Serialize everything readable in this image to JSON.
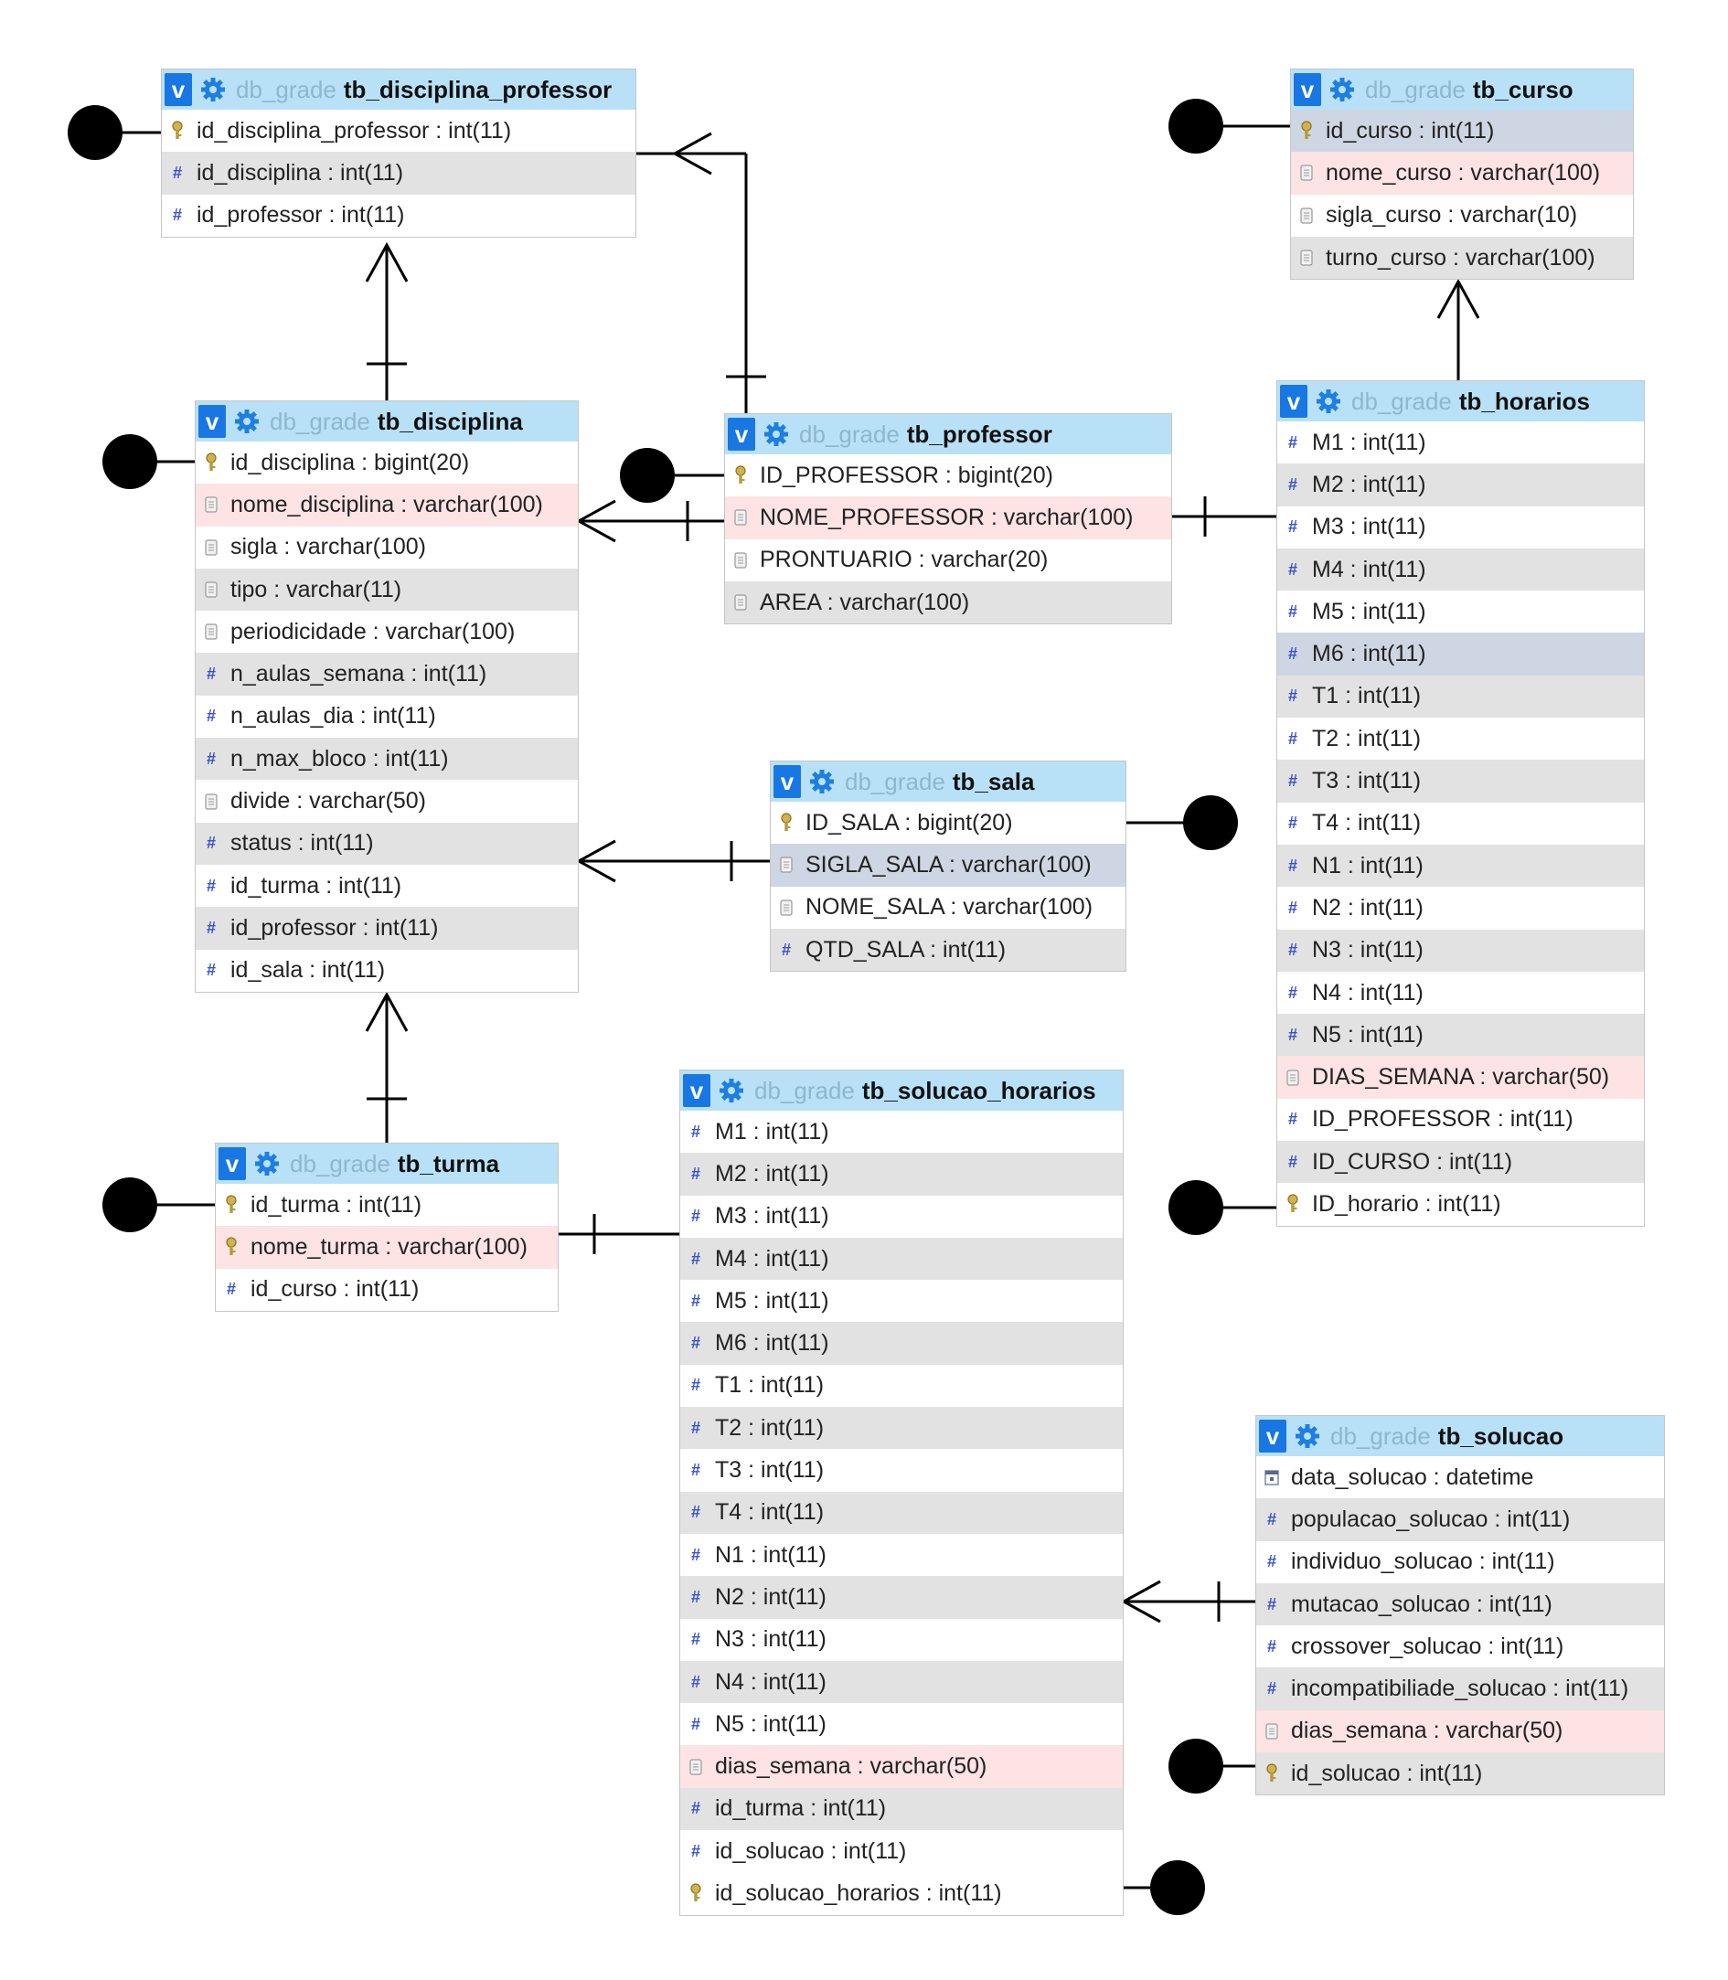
{
  "diagram": {
    "db_prefix": "db_grade",
    "tables": [
      {
        "id": "tb_disciplina_professor",
        "name": "tb_disciplina_professor",
        "columns": [
          {
            "label": "id_disciplina_professor : int(11)",
            "icon": "key"
          },
          {
            "label": "id_disciplina : int(11)",
            "icon": "num"
          },
          {
            "label": "id_professor : int(11)",
            "icon": "num"
          }
        ]
      },
      {
        "id": "tb_curso",
        "name": "tb_curso",
        "columns": [
          {
            "label": "id_curso : int(11)",
            "icon": "key"
          },
          {
            "label": "nome_curso : varchar(100)",
            "icon": "txt"
          },
          {
            "label": "sigla_curso : varchar(10)",
            "icon": "txt"
          },
          {
            "label": "turno_curso : varchar(100)",
            "icon": "txt"
          }
        ]
      },
      {
        "id": "tb_disciplina",
        "name": "tb_disciplina",
        "columns": [
          {
            "label": "id_disciplina : bigint(20)",
            "icon": "key"
          },
          {
            "label": "nome_disciplina : varchar(100)",
            "icon": "txt"
          },
          {
            "label": "sigla : varchar(100)",
            "icon": "txt"
          },
          {
            "label": "tipo : varchar(11)",
            "icon": "txt"
          },
          {
            "label": "periodicidade : varchar(100)",
            "icon": "txt"
          },
          {
            "label": "n_aulas_semana : int(11)",
            "icon": "num"
          },
          {
            "label": "n_aulas_dia : int(11)",
            "icon": "num"
          },
          {
            "label": "n_max_bloco : int(11)",
            "icon": "num"
          },
          {
            "label": "divide : varchar(50)",
            "icon": "txt"
          },
          {
            "label": "status : int(11)",
            "icon": "num"
          },
          {
            "label": "id_turma : int(11)",
            "icon": "num"
          },
          {
            "label": "id_professor : int(11)",
            "icon": "num"
          },
          {
            "label": "id_sala : int(11)",
            "icon": "num"
          }
        ]
      },
      {
        "id": "tb_professor",
        "name": "tb_professor",
        "columns": [
          {
            "label": "ID_PROFESSOR : bigint(20)",
            "icon": "key"
          },
          {
            "label": "NOME_PROFESSOR : varchar(100)",
            "icon": "txt"
          },
          {
            "label": "PRONTUARIO : varchar(20)",
            "icon": "txt"
          },
          {
            "label": "AREA : varchar(100)",
            "icon": "txt"
          }
        ]
      },
      {
        "id": "tb_horarios",
        "name": "tb_horarios",
        "columns": [
          {
            "label": "M1 : int(11)",
            "icon": "num"
          },
          {
            "label": "M2 : int(11)",
            "icon": "num"
          },
          {
            "label": "M3 : int(11)",
            "icon": "num"
          },
          {
            "label": "M4 : int(11)",
            "icon": "num"
          },
          {
            "label": "M5 : int(11)",
            "icon": "num"
          },
          {
            "label": "M6 : int(11)",
            "icon": "num"
          },
          {
            "label": "T1 : int(11)",
            "icon": "num"
          },
          {
            "label": "T2 : int(11)",
            "icon": "num"
          },
          {
            "label": "T3 : int(11)",
            "icon": "num"
          },
          {
            "label": "T4 : int(11)",
            "icon": "num"
          },
          {
            "label": "N1 : int(11)",
            "icon": "num"
          },
          {
            "label": "N2 : int(11)",
            "icon": "num"
          },
          {
            "label": "N3 : int(11)",
            "icon": "num"
          },
          {
            "label": "N4 : int(11)",
            "icon": "num"
          },
          {
            "label": "N5 : int(11)",
            "icon": "num"
          },
          {
            "label": "DIAS_SEMANA : varchar(50)",
            "icon": "txt"
          },
          {
            "label": "ID_PROFESSOR : int(11)",
            "icon": "num"
          },
          {
            "label": "ID_CURSO : int(11)",
            "icon": "num"
          },
          {
            "label": "ID_horario : int(11)",
            "icon": "key"
          }
        ]
      },
      {
        "id": "tb_sala",
        "name": "tb_sala",
        "columns": [
          {
            "label": "ID_SALA : bigint(20)",
            "icon": "key"
          },
          {
            "label": "SIGLA_SALA : varchar(100)",
            "icon": "txt"
          },
          {
            "label": "NOME_SALA : varchar(100)",
            "icon": "txt"
          },
          {
            "label": "QTD_SALA : int(11)",
            "icon": "num"
          }
        ]
      },
      {
        "id": "tb_turma",
        "name": "tb_turma",
        "columns": [
          {
            "label": "id_turma : int(11)",
            "icon": "key"
          },
          {
            "label": "nome_turma : varchar(100)",
            "icon": "key"
          },
          {
            "label": "id_curso : int(11)",
            "icon": "num"
          }
        ]
      },
      {
        "id": "tb_solucao_horarios",
        "name": "tb_solucao_horarios",
        "columns": [
          {
            "label": "M1 : int(11)",
            "icon": "num"
          },
          {
            "label": "M2 : int(11)",
            "icon": "num"
          },
          {
            "label": "M3 : int(11)",
            "icon": "num"
          },
          {
            "label": "M4 : int(11)",
            "icon": "num"
          },
          {
            "label": "M5 : int(11)",
            "icon": "num"
          },
          {
            "label": "M6 : int(11)",
            "icon": "num"
          },
          {
            "label": "T1 : int(11)",
            "icon": "num"
          },
          {
            "label": "T2 : int(11)",
            "icon": "num"
          },
          {
            "label": "T3 : int(11)",
            "icon": "num"
          },
          {
            "label": "T4 : int(11)",
            "icon": "num"
          },
          {
            "label": "N1 : int(11)",
            "icon": "num"
          },
          {
            "label": "N2 : int(11)",
            "icon": "num"
          },
          {
            "label": "N3 : int(11)",
            "icon": "num"
          },
          {
            "label": "N4 : int(11)",
            "icon": "num"
          },
          {
            "label": "N5 : int(11)",
            "icon": "num"
          },
          {
            "label": "dias_semana : varchar(50)",
            "icon": "txt"
          },
          {
            "label": "id_turma : int(11)",
            "icon": "num"
          },
          {
            "label": "id_solucao : int(11)",
            "icon": "num"
          },
          {
            "label": "id_solucao_horarios : int(11)",
            "icon": "key"
          }
        ]
      },
      {
        "id": "tb_solucao",
        "name": "tb_solucao",
        "columns": [
          {
            "label": "data_solucao : datetime",
            "icon": "date"
          },
          {
            "label": "populacao_solucao : int(11)",
            "icon": "num"
          },
          {
            "label": "individuo_solucao : int(11)",
            "icon": "num"
          },
          {
            "label": "mutacao_solucao : int(11)",
            "icon": "num"
          },
          {
            "label": "crossover_solucao : int(11)",
            "icon": "num"
          },
          {
            "label": "incompatibiliade_solucao : int(11)",
            "icon": "num"
          },
          {
            "label": "dias_semana : varchar(50)",
            "icon": "txt"
          },
          {
            "label": "id_solucao : int(11)",
            "icon": "key"
          }
        ]
      }
    ],
    "colors": {
      "header_bg": "#b8e1f7",
      "button_blue": "#1877e2",
      "db_prefix_text": "#8fb6cc",
      "row_alt": "#e2e2e2",
      "row_highlight": "#fde3e3",
      "row_selected": "#cdd6e2",
      "connector": "#000000"
    }
  }
}
